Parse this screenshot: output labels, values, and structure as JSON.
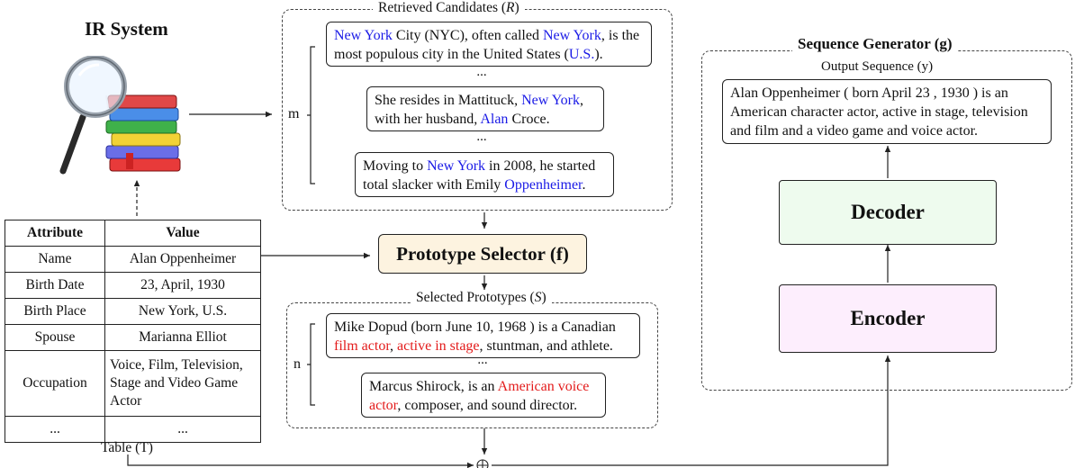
{
  "ir": {
    "title": "IR System"
  },
  "table": {
    "headers": [
      "Attribute",
      "Value"
    ],
    "rows": [
      [
        "Name",
        "Alan Oppenheimer"
      ],
      [
        "Birth Date",
        "23, April, 1930"
      ],
      [
        "Birth Place",
        "New York, U.S."
      ],
      [
        "Spouse",
        "Marianna Elliot"
      ],
      [
        "Occupation",
        "Voice, Film, Television, Stage and Video Game Actor"
      ],
      [
        "...",
        "..."
      ]
    ],
    "caption": "Table (T)"
  },
  "retrieved": {
    "title": "Retrieved Candidates (",
    "symbol": "R",
    "close": ")",
    "brace_label": "m",
    "ellipsis": "...",
    "c1": {
      "a": "New York",
      "b": " City (NYC), often called ",
      "c": "New York",
      "d": ", is the most populous city in the United States (",
      "e": "U.S.",
      "f": ")."
    },
    "c2": {
      "a": "She resides in Mattituck, ",
      "b": "New York",
      "c": ", with her husband, ",
      "d": "Alan",
      "e": " Croce."
    },
    "c3": {
      "a": "Moving to ",
      "b": "New York",
      "c": " in 2008, he started total slacker with Emily ",
      "d": "Oppenheimer",
      "e": "."
    }
  },
  "selector": {
    "label": "Prototype Selector (f)"
  },
  "selected": {
    "title": "Selected Prototypes (",
    "symbol": "S",
    "close": ")",
    "brace_label": "n",
    "ellipsis": "...",
    "p1": {
      "a": "Mike Dopud (born June 10, 1968 ) is a Canadian ",
      "b": "film actor",
      "c": ", ",
      "d": "active in stage",
      "e": ", stuntman,  and athlete."
    },
    "p2": {
      "a": "Marcus Shirock, is an ",
      "b": "American voice actor",
      "c": ", composer, and sound director."
    }
  },
  "generator": {
    "title": "Sequence Generator (g)",
    "output_label": "Output Sequence (y)",
    "output_text": "Alan Oppenheimer ( born April 23 , 1930 ) is an American character actor, active in stage, television and film and a video game and voice actor.",
    "decoder": "Decoder",
    "encoder": "Encoder"
  },
  "colors": {
    "highlight_blue": "#1a1ae6",
    "highlight_red": "#e31b1b",
    "selector_fill": "#fdf3e0",
    "decoder_fill": "#eefbee",
    "encoder_fill": "#fdeefd"
  }
}
